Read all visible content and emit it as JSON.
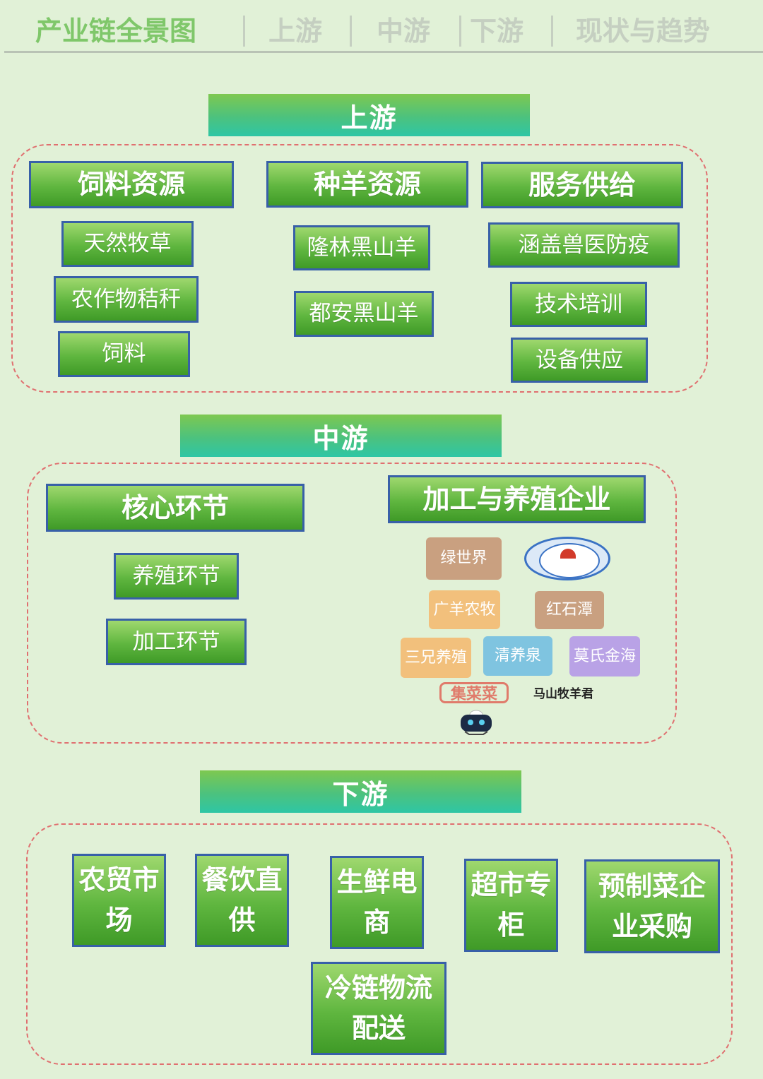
{
  "nav": {
    "items": [
      "产业链全景图",
      "上游",
      "中游",
      "下游",
      "现状与趋势"
    ]
  },
  "upstream": {
    "title": "上游",
    "columns": [
      {
        "header": "饲料资源",
        "items": [
          "天然牧草",
          "农作物秸秆",
          "饲料"
        ]
      },
      {
        "header": "种羊资源",
        "items": [
          "隆林黑山羊",
          "都安黑山羊"
        ]
      },
      {
        "header": "服务供给",
        "items": [
          "涵盖兽医防疫",
          "技术培训",
          "设备供应"
        ]
      }
    ]
  },
  "midstream": {
    "title": "中游",
    "core": {
      "header": "核心环节",
      "items": [
        "养殖环节",
        "加工环节"
      ]
    },
    "enterprises": {
      "header": "加工与养殖企业",
      "logos": [
        "绿世界",
        "广羊农牧",
        "红石潭",
        "三兄养殖",
        "清养泉",
        "莫氏金海",
        "集菜菜",
        "马山牧羊君"
      ]
    }
  },
  "downstream": {
    "title": "下游",
    "channels": [
      "农贸市场",
      "餐饮直供",
      "生鲜电商",
      "超市专柜",
      "预制菜企业采购",
      "冷链物流配送"
    ]
  },
  "colors": {
    "background": "#e1f1d7",
    "box_green": "#5fb63f",
    "box_border": "#3860a8",
    "banner_teal": "#2ec6a5",
    "region_dash": "#e07070",
    "nav_active": "#7fc76a",
    "nav_inactive": "#c5cfc1"
  }
}
